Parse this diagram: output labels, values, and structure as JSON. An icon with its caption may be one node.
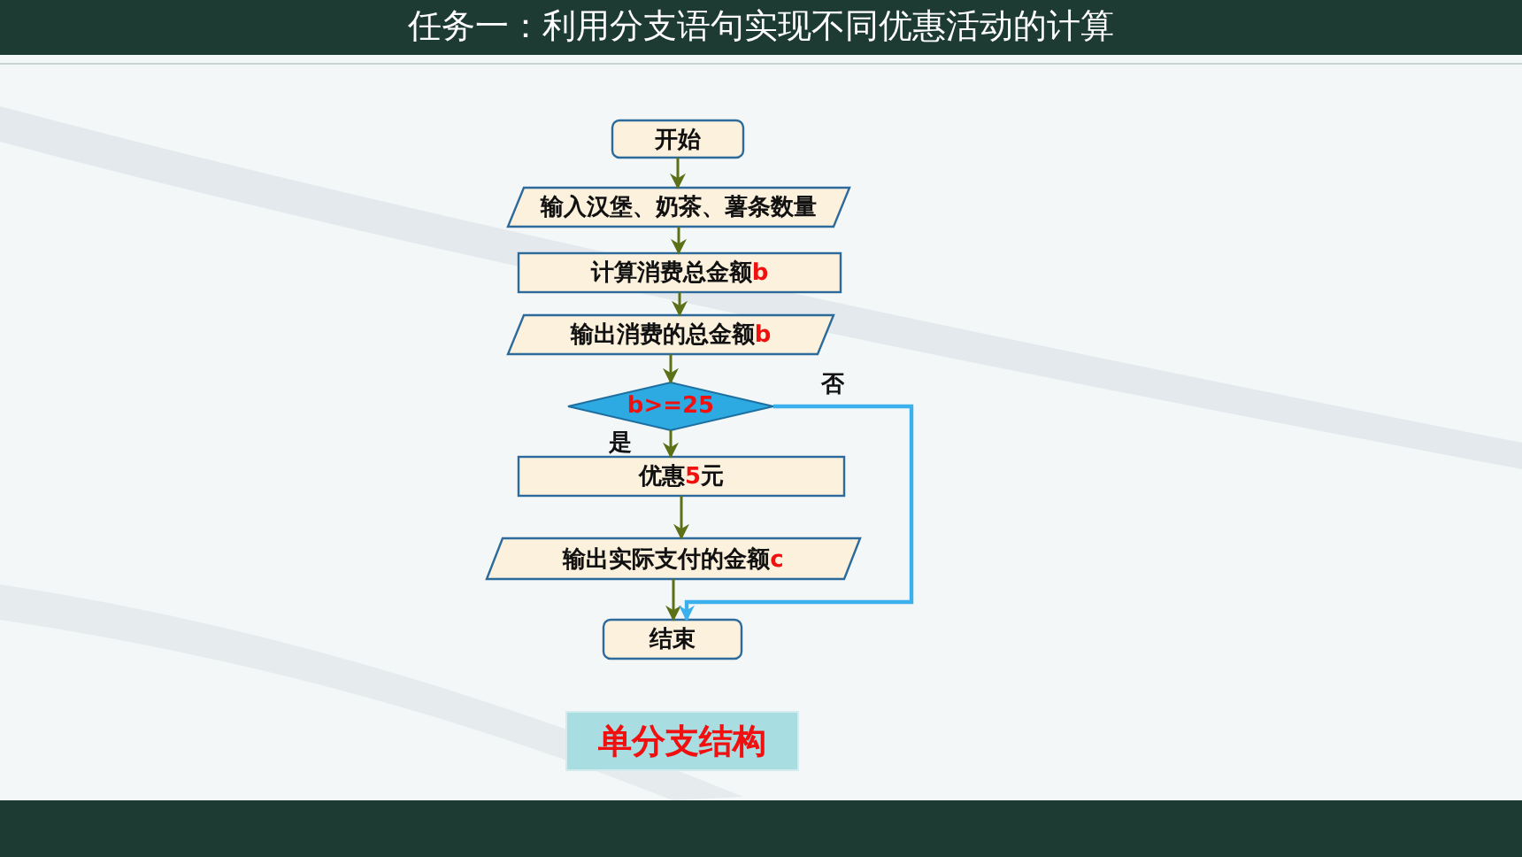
{
  "diagram": {
    "title": "任务一：利用分支语句实现不同优惠活动的计算",
    "nodes": [
      {
        "text": [
          "开始"
        ]
      },
      {
        "text": [
          "输入汉堡、奶茶、薯条数量"
        ]
      },
      {
        "text": [
          "计算消费总金额**b**"
        ]
      },
      {
        "text": [
          "输出消费的总金额**b**"
        ]
      },
      {
        "text": [
          "b>=25"
        ]
      },
      {
        "text": [
          "优惠**5**元"
        ]
      },
      {
        "text": [
          "输出实际支付的金额**c**"
        ]
      },
      {
        "text": [
          "结束"
        ]
      },
      {
        "text": [
          "单分支结构"
        ]
      }
    ],
    "edges": [
      {
        "from": 0,
        "to": 1,
        "arrow": "to"
      },
      {
        "from": 1,
        "to": 2,
        "arrow": "to"
      },
      {
        "from": 2,
        "to": 3,
        "arrow": "to"
      },
      {
        "from": 3,
        "to": 4,
        "arrow": "to"
      },
      {
        "from": 4,
        "to": 5,
        "arrow": "to",
        "label": "是"
      },
      {
        "from": 5,
        "to": 6,
        "arrow": "to"
      },
      {
        "from": 6,
        "to": 7,
        "arrow": "to"
      },
      {
        "from": 4,
        "to": 7,
        "arrow": "to",
        "label": "否",
        "color": "#3ab0ec"
      }
    ]
  }
}
